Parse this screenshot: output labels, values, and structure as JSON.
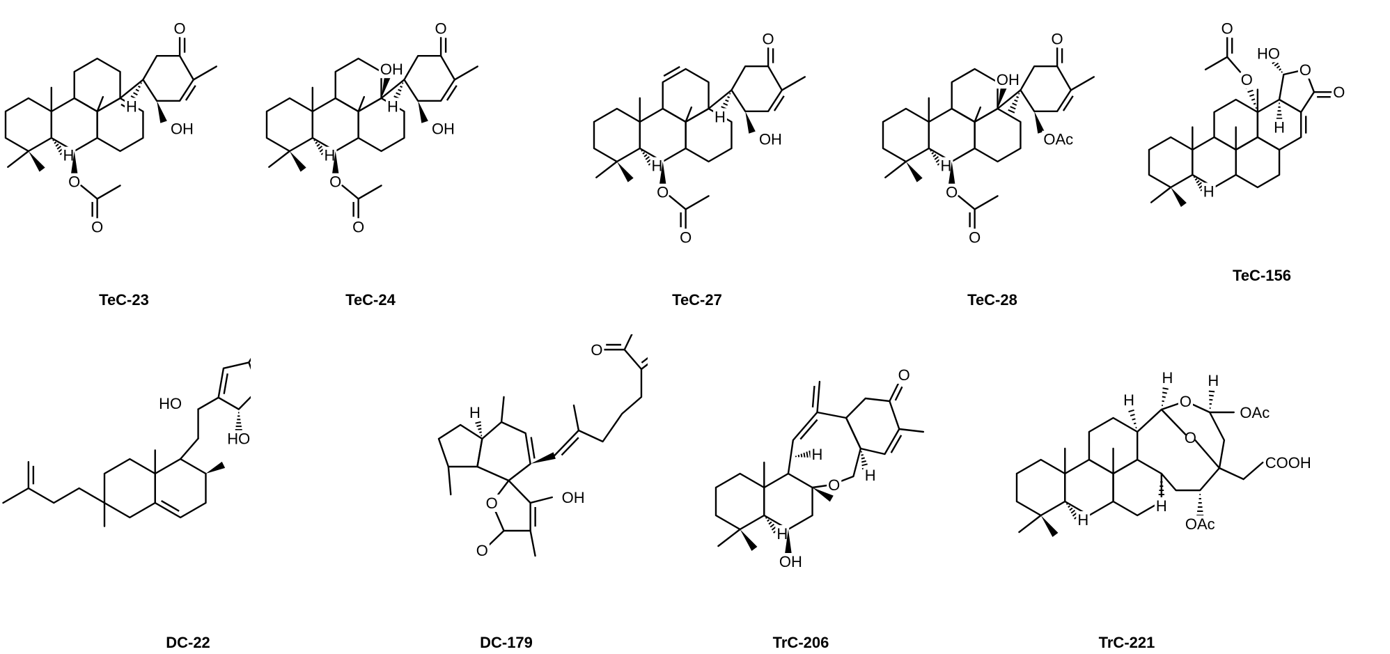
{
  "compounds": [
    {
      "id": "tec23",
      "label": "TeC-23"
    },
    {
      "id": "tec24",
      "label": "TeC-24"
    },
    {
      "id": "tec27",
      "label": "TeC-27"
    },
    {
      "id": "tec28",
      "label": "TeC-28"
    },
    {
      "id": "tec156",
      "label": "TeC-156"
    },
    {
      "id": "dc22",
      "label": "DC-22"
    },
    {
      "id": "dc179",
      "label": "DC-179"
    },
    {
      "id": "trc206",
      "label": "TrC-206"
    },
    {
      "id": "trc221",
      "label": "TrC-221"
    }
  ],
  "atom_labels": {
    "O": "O",
    "OH": "OH",
    "HO": "HO",
    "H": "H",
    "OAc": "OAc",
    "COOH": "COOH"
  },
  "colors": {
    "ink": "#000000",
    "background": "#ffffff"
  }
}
